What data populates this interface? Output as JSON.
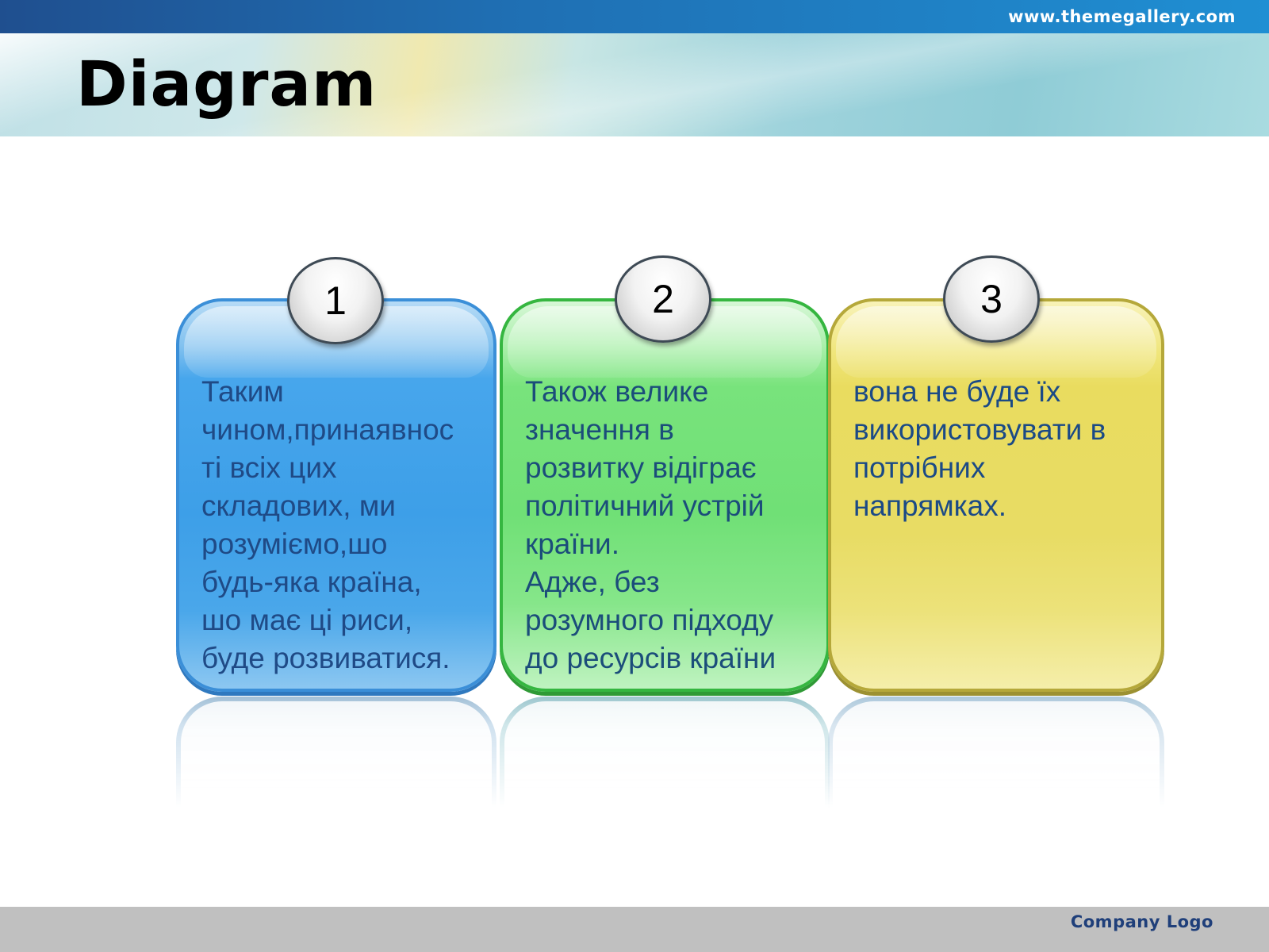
{
  "header": {
    "site_url": "www.themegallery.com",
    "title": "Diagram"
  },
  "cards": [
    {
      "number": "1",
      "text": "Таким\nчином,принаявнос\nті всіх цих\nскладових, ми\nрозуміємо,шо\nбудь-яка країна,\nшо має ці риси,\nбуде розвиватися."
    },
    {
      "number": "2",
      "text": "Також велике\nзначення в\nрозвитку відіграє\nполітичний устрій\nкраїни.\nАдже, без\nрозумного підходу\nдо ресурсів країни"
    },
    {
      "number": "3",
      "text": "вона не буде їх\nвикористовувати в\nпотрібних\nнапрямках."
    }
  ],
  "footer": {
    "company_logo": "Company Logo"
  },
  "colors": {
    "card_1": "#3d9fe8",
    "card_2": "#70e076",
    "card_3": "#e8dc64",
    "text": "#1f4e86"
  }
}
